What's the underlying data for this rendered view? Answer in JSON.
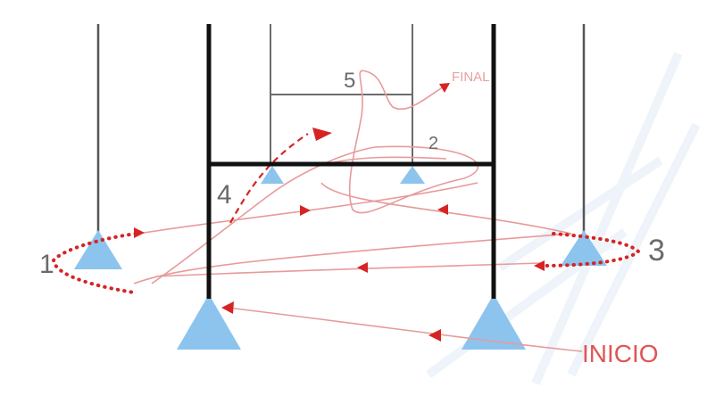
{
  "labels": {
    "one": "1",
    "two": "2",
    "three": "3",
    "four": "4",
    "five": "5",
    "final": "FINAL",
    "inicio": "INICIO"
  },
  "colors": {
    "background": "#ffffff",
    "watermark": "#eef4fa",
    "goal_post_dark": "#111111",
    "goal_post_gray": "#6b6b6b",
    "cone_blue": "#8cc4ee",
    "path_line": "#e89a9a",
    "dotted_curve": "#d62424",
    "arrow_head": "#d62424",
    "label_gray": "#6a6a6a",
    "final_pink": "#e8a0a0",
    "inicio_red": "#e05555"
  },
  "icons": {
    "cone": "triangle-cone-icon",
    "direction_arrow": "arrow-head-icon"
  }
}
